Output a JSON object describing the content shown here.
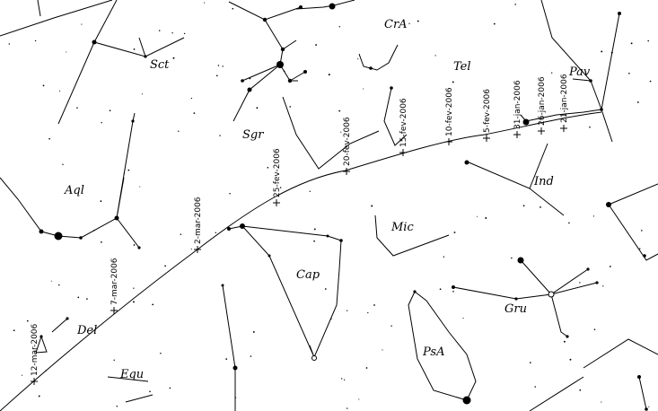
{
  "constellations": [
    {
      "id": "aql",
      "label": "Aql"
    },
    {
      "id": "sct",
      "label": "Sct"
    },
    {
      "id": "sgr",
      "label": "Sgr"
    },
    {
      "id": "cra",
      "label": "CrA"
    },
    {
      "id": "tel",
      "label": "Tel"
    },
    {
      "id": "pav",
      "label": "Pav"
    },
    {
      "id": "ind",
      "label": "Ind"
    },
    {
      "id": "mic",
      "label": "Mic"
    },
    {
      "id": "cap",
      "label": "Cap"
    },
    {
      "id": "gru",
      "label": "Gru"
    },
    {
      "id": "psa",
      "label": "PsA"
    },
    {
      "id": "del",
      "label": "Del"
    },
    {
      "id": "equ",
      "label": "Equ"
    }
  ],
  "track_dates": [
    "12-mar-2006",
    "7-mar-2006",
    "2-mar-2006",
    "25-fev-2006",
    "20-fev-2006",
    "15-fev-2006",
    "10-fev-2006",
    "5-fev-2006",
    "31-jan-2006",
    "26-jan-2006",
    "21-jan-2006"
  ]
}
